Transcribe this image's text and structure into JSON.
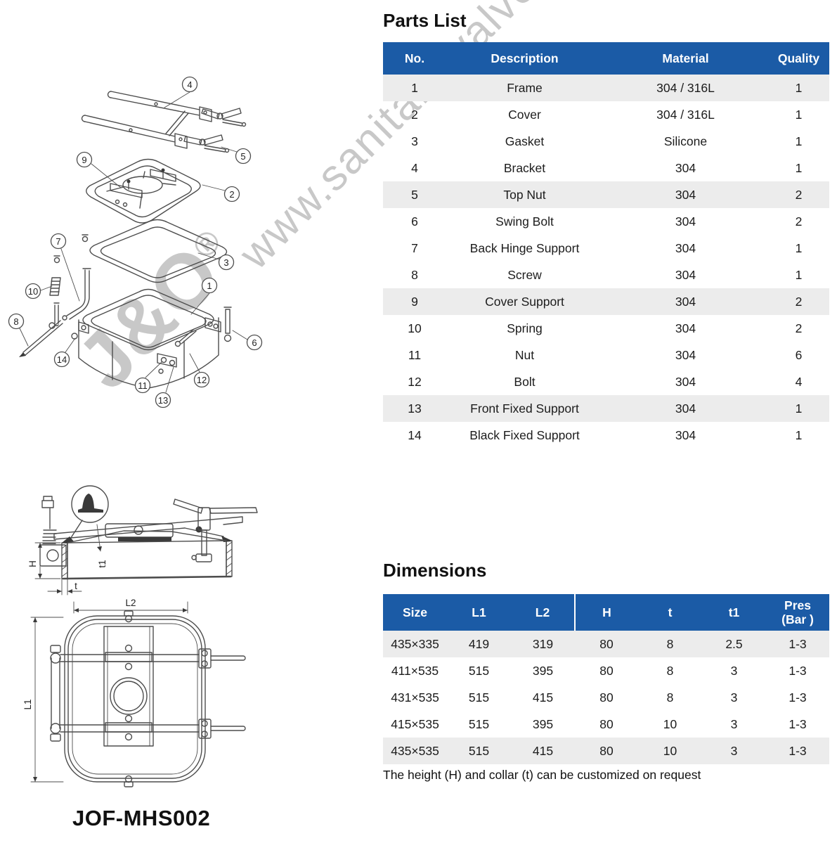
{
  "colors": {
    "header_bg": "#1b5ba6",
    "header_text": "#ffffff",
    "row_stripe": "#ececec",
    "watermark": "#c8c8c8",
    "line_art": "#4d4d4d"
  },
  "watermarks": {
    "site": "www.sanitary-valve",
    "brand": "J&O",
    "registered": "®"
  },
  "model_code": "JOF-MHS002",
  "parts_list": {
    "title": "Parts List",
    "columns": [
      "No.",
      "Description",
      "Material",
      "Quality"
    ],
    "rows": [
      {
        "no": "1",
        "description": "Frame",
        "material": "304 / 316L",
        "quality": "1"
      },
      {
        "no": "2",
        "description": "Cover",
        "material": "304 / 316L",
        "quality": "1"
      },
      {
        "no": "3",
        "description": "Gasket",
        "material": "Silicone",
        "quality": "1"
      },
      {
        "no": "4",
        "description": "Bracket",
        "material": "304",
        "quality": "1"
      },
      {
        "no": "5",
        "description": "Top Nut",
        "material": "304",
        "quality": "2"
      },
      {
        "no": "6",
        "description": "Swing Bolt",
        "material": "304",
        "quality": "2"
      },
      {
        "no": "7",
        "description": "Back Hinge Support",
        "material": "304",
        "quality": "1"
      },
      {
        "no": "8",
        "description": "Screw",
        "material": "304",
        "quality": "1"
      },
      {
        "no": "9",
        "description": "Cover Support",
        "material": "304",
        "quality": "2"
      },
      {
        "no": "10",
        "description": "Spring",
        "material": "304",
        "quality": "2"
      },
      {
        "no": "11",
        "description": "Nut",
        "material": "304",
        "quality": "6"
      },
      {
        "no": "12",
        "description": "Bolt",
        "material": "304",
        "quality": "4"
      },
      {
        "no": "13",
        "description": "Front Fixed Support",
        "material": "304",
        "quality": "1"
      },
      {
        "no": "14",
        "description": "Black Fixed Support",
        "material": "304",
        "quality": "1"
      }
    ]
  },
  "dimensions_table": {
    "title": "Dimensions",
    "columns": [
      "Size",
      "L1",
      "L2",
      "H",
      "t",
      "t1"
    ],
    "pres_header": {
      "line1": "Pres",
      "line2": "(Bar )"
    },
    "rows": [
      {
        "size": "435×335",
        "l1": "419",
        "l2": "319",
        "h": "80",
        "t": "8",
        "t1": "2.5",
        "pres": "1-3"
      },
      {
        "size": "411×535",
        "l1": "515",
        "l2": "395",
        "h": "80",
        "t": "8",
        "t1": "3",
        "pres": "1-3"
      },
      {
        "size": "431×535",
        "l1": "515",
        "l2": "415",
        "h": "80",
        "t": "8",
        "t1": "3",
        "pres": "1-3"
      },
      {
        "size": "415×535",
        "l1": "515",
        "l2": "395",
        "h": "80",
        "t": "10",
        "t1": "3",
        "pres": "1-3"
      },
      {
        "size": "435×535",
        "l1": "515",
        "l2": "415",
        "h": "80",
        "t": "10",
        "t1": "3",
        "pres": "1-3"
      }
    ],
    "note": "The height (H) and collar (t) can be customized on request"
  },
  "exploded": {
    "callouts": [
      {
        "label": "1"
      },
      {
        "label": "2"
      },
      {
        "label": "3"
      },
      {
        "label": "4"
      },
      {
        "label": "5"
      },
      {
        "label": "6"
      },
      {
        "label": "7"
      },
      {
        "label": "8"
      },
      {
        "label": "9"
      },
      {
        "label": "10"
      },
      {
        "label": "11"
      },
      {
        "label": "12"
      },
      {
        "label": "13"
      },
      {
        "label": "14"
      }
    ]
  },
  "drawing_labels": {
    "H": "H",
    "t": "t",
    "t1": "t1",
    "L1": "L1",
    "L2": "L2"
  }
}
